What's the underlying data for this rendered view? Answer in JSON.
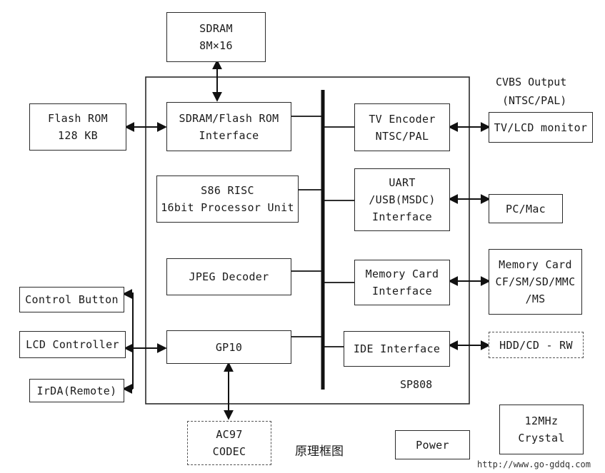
{
  "blocks": {
    "sdram": {
      "line1": "SDRAM",
      "line2": "8M×16"
    },
    "flash_rom": {
      "line1": "Flash ROM",
      "line2": "128 KB"
    },
    "sdram_flash_if": {
      "line1": "SDRAM/Flash ROM",
      "line2": "Interface"
    },
    "risc": {
      "line1": "S86 RISC",
      "line2": "16bit Processor Unit"
    },
    "jpeg": {
      "line1": "JPEG Decoder"
    },
    "gpio": {
      "line1": "GP10"
    },
    "tv_encoder": {
      "line1": "TV Encoder",
      "line2": "NTSC/PAL"
    },
    "uart": {
      "line1": "UART",
      "line2": "/USB(MSDC)",
      "line3": "Interface"
    },
    "memcard_if": {
      "line1": "Memory Card",
      "line2": "Interface"
    },
    "ide": {
      "line1": "IDE Interface"
    },
    "tv_monitor": {
      "line1": "TV/LCD monitor"
    },
    "pc_mac": {
      "line1": "PC/Mac"
    },
    "memory_card": {
      "line1": "Memory Card",
      "line2": "CF/SM/SD/MMC",
      "line3": "/MS"
    },
    "hdd": {
      "line1": "HDD/CD - RW"
    },
    "control_button": {
      "line1": "Control Button"
    },
    "lcd_controller": {
      "line1": "LCD Controller"
    },
    "irda": {
      "line1": "IrDA(Remote)"
    },
    "ac97": {
      "line1": "AC97",
      "line2": "CODEC"
    },
    "power": {
      "line1": "Power"
    },
    "crystal": {
      "line1": "12MHz",
      "line2": "Crystal"
    }
  },
  "labels": {
    "cvbs_line1": "CVBS Output",
    "cvbs_line2": "(NTSC/PAL)",
    "chip_name": "SP808",
    "title": "原理框图",
    "url": "http://www.go-gddq.com"
  }
}
